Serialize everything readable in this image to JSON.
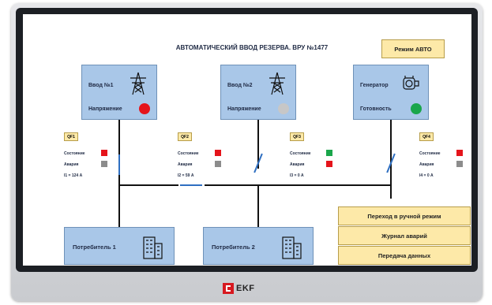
{
  "header": {
    "title": "АВТОМАТИЧЕСКИЙ ВВОД РЕЗЕРВА. ВРУ №1477",
    "mode_label": "Режим АВТО"
  },
  "sources": [
    {
      "name": "Ввод №1",
      "status_label": "Напряжение",
      "lamp_color": "#e5141b",
      "icon": "power-tower-icon"
    },
    {
      "name": "Ввод №2",
      "status_label": "Напряжение",
      "lamp_color": "#c7c7c7",
      "icon": "power-tower-icon"
    },
    {
      "name": "Генератор",
      "status_label": "Готовность",
      "lamp_color": "#1aa64b",
      "icon": "generator-icon"
    }
  ],
  "breakers": [
    {
      "id": "QF1",
      "state_label": "Состояние",
      "state_color": "#e5141b",
      "fault_label": "Авария",
      "fault_color": "#8c8c8c",
      "current": "I1 = 124 А"
    },
    {
      "id": "QF2",
      "state_label": "Состояние",
      "state_color": "#e5141b",
      "fault_label": "Авария",
      "fault_color": "#8c8c8c",
      "current": "I2 = 59 А"
    },
    {
      "id": "QF3",
      "state_label": "Состояние",
      "state_color": "#1aa64b",
      "fault_label": "Авария",
      "fault_color": "#e5141b",
      "current": "I3 = 0 А"
    },
    {
      "id": "QF4",
      "state_label": "Состояние",
      "state_color": "#e5141b",
      "fault_label": "Авария",
      "fault_color": "#8c8c8c",
      "current": "I4 = 0 А"
    }
  ],
  "consumers": [
    {
      "name": "Потребитель 1",
      "icon": "building-icon"
    },
    {
      "name": "Потребитель 2",
      "icon": "building-icon"
    }
  ],
  "buttons": {
    "manual": "Переход в ручной режим",
    "alarms": "Журнал аварий",
    "data": "Передача данных"
  },
  "brand": {
    "name": "EKF",
    "color": "#d71920"
  },
  "colors": {
    "panel_blue": "#a9c7e8",
    "button_yellow": "#fde9a8",
    "switch_blue": "#2f6fc1"
  }
}
